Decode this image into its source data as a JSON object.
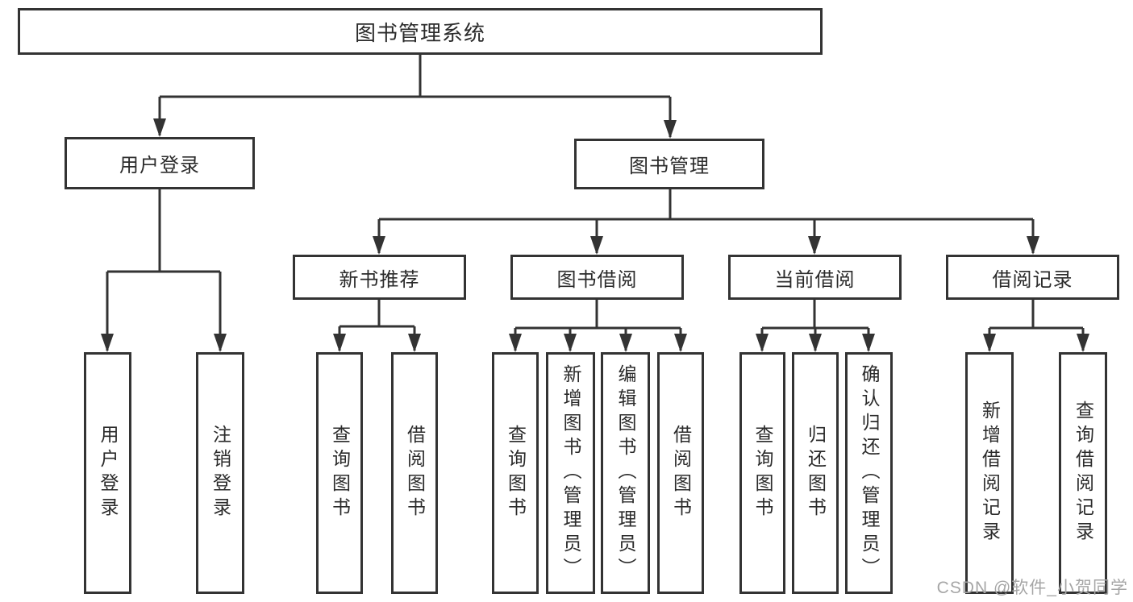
{
  "diagram": {
    "root_label": "图书管理系统",
    "branches": [
      {
        "label": "用户登录",
        "children": [
          "用户登录",
          "注销登录"
        ]
      },
      {
        "label": "图书管理",
        "groups": [
          {
            "label": "新书推荐",
            "children": [
              "查询图书",
              "借阅图书"
            ]
          },
          {
            "label": "图书借阅",
            "children": [
              "查询图书",
              "新增图书（管理员）",
              "编辑图书（管理员）",
              "借阅图书"
            ]
          },
          {
            "label": "当前借阅",
            "children": [
              "查询图书",
              "归还图书",
              "确认归还（管理员）"
            ]
          },
          {
            "label": "借阅记录",
            "children": [
              "新增借阅记录",
              "查询借阅记录"
            ]
          }
        ]
      }
    ]
  },
  "watermark": {
    "text": "CSDN @软件_小贺同学"
  },
  "colors": {
    "background": "#ffffff",
    "line": "#333333",
    "box_border": "#333333",
    "box_fill": "#ffffff",
    "text": "#2b2b2b",
    "watermark": "#a6a6a6"
  }
}
